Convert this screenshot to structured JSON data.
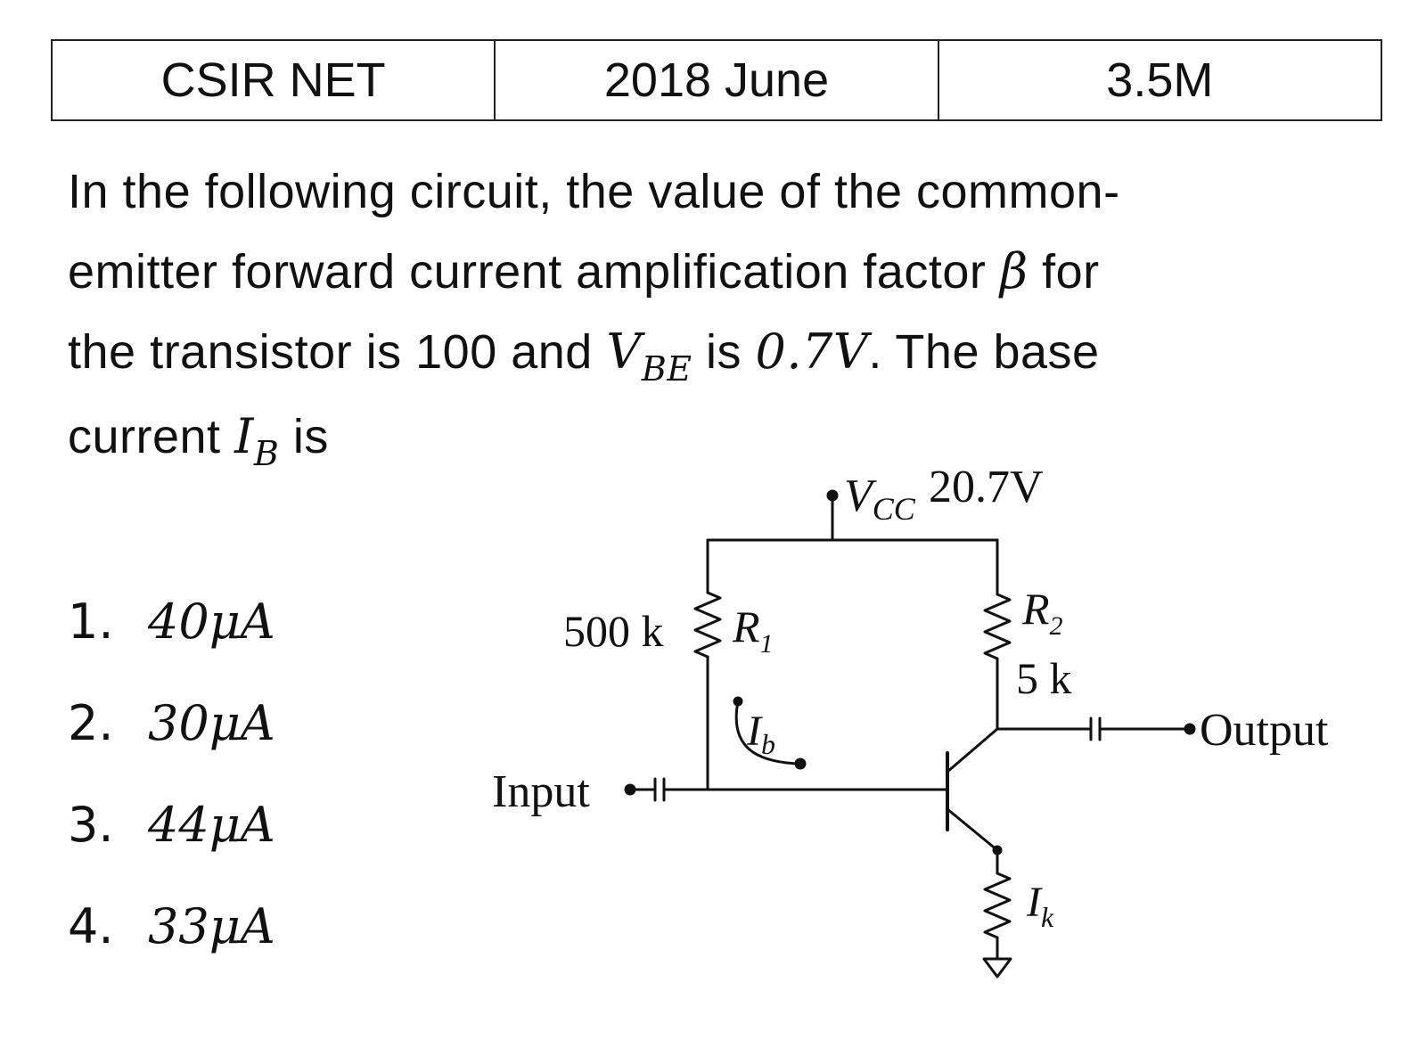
{
  "header": {
    "exam": "CSIR NET",
    "session": "2018 June",
    "marks": "3.5M"
  },
  "question": {
    "line1": "In the following circuit, the value of the common-",
    "line2_pre": "emitter forward current amplification factor ",
    "beta": "β",
    "line2_post": " for",
    "line3_a": "the transistor is 100 and ",
    "vbe_v": "V",
    "vbe_sub": "BE",
    "line3_b": " is ",
    "vbe_value": "0.7V",
    "line3_c": ". The base",
    "line4_a": "current ",
    "ib_i": "I",
    "ib_sub": "B",
    "line4_b": " is"
  },
  "options": [
    {
      "number": "1.",
      "value": "40μA"
    },
    {
      "number": "2.",
      "value": "30μA"
    },
    {
      "number": "3.",
      "value": "44μA"
    },
    {
      "number": "4.",
      "value": "33μA"
    }
  ],
  "circuit": {
    "vcc_label": "V",
    "vcc_sub": "CC",
    "vcc_value": "20.7V",
    "r1_value": "500 k",
    "r1_label": "R",
    "r1_sub": "1",
    "r2_label": "R",
    "r2_sub": "2",
    "r2_value": "5 k",
    "ib_label": "I",
    "ib_sub": "b",
    "ik_label": "I",
    "ik_sub": "k",
    "input_label": "Input",
    "output_label": "Output"
  }
}
